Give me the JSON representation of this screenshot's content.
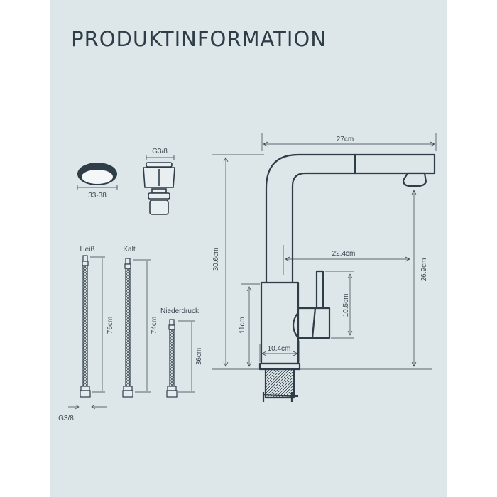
{
  "title": "PRODUKTINFORMATION",
  "colors": {
    "background": "#dde6e8",
    "ink": "#2f3d48"
  },
  "parts": {
    "ring": {
      "label": "33-38"
    },
    "adapter": {
      "label": "G3/8"
    },
    "hoses": [
      {
        "name": "Heiß",
        "length": "76cm"
      },
      {
        "name": "Kalt",
        "length": "74cm"
      },
      {
        "name": "Niederdruck",
        "length": "36cm"
      }
    ],
    "thread": "G3/8"
  },
  "dimensions": {
    "width": "27cm",
    "height": "30.6cm",
    "spout_reach": "22.4cm",
    "spout_height": "26.9cm",
    "handle_height": "10.5cm",
    "body_height": "11cm",
    "base_width": "10.4cm"
  }
}
